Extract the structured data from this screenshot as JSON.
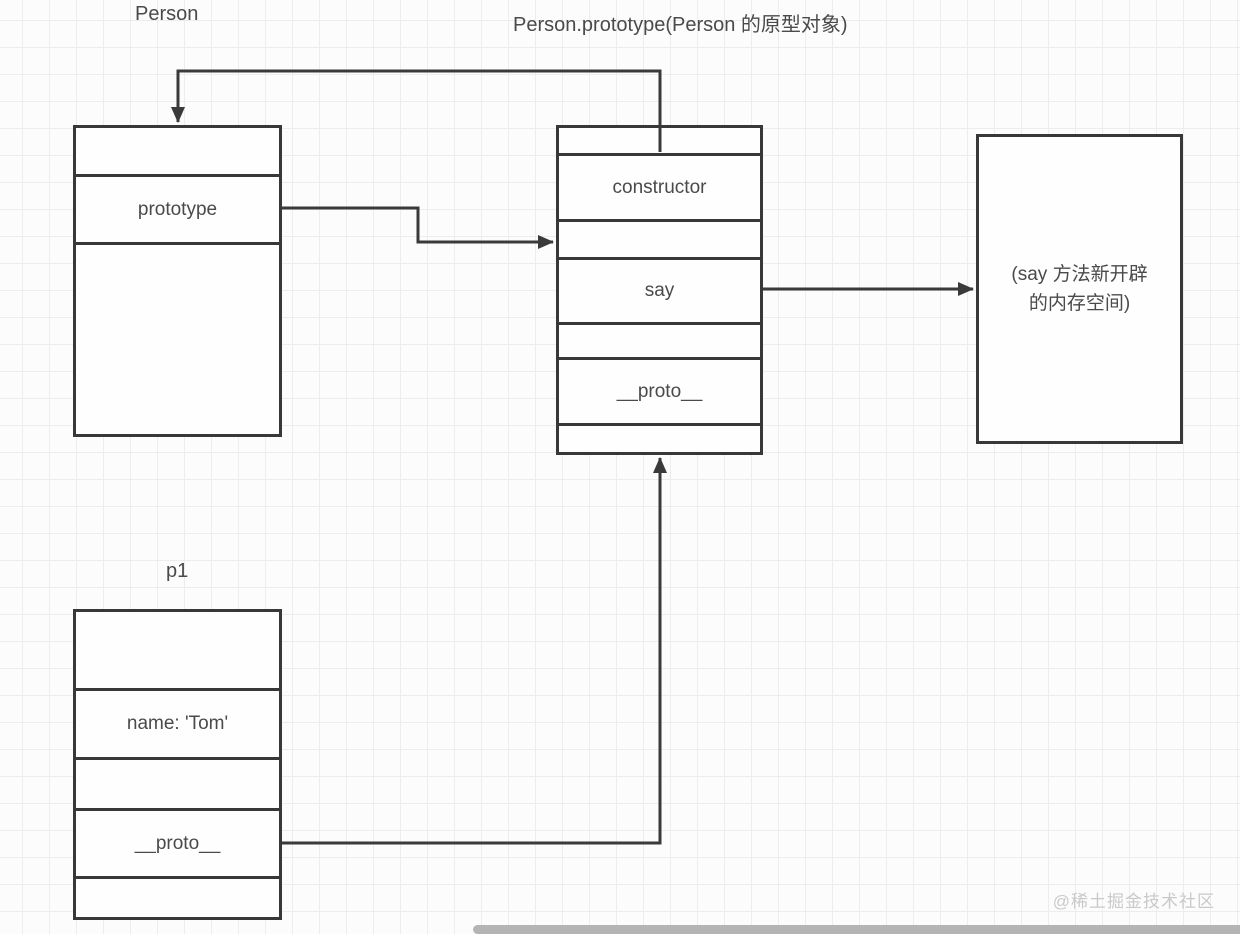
{
  "canvas": {
    "background": "#fcfcfc",
    "grid_color": "#ededed",
    "stroke_color": "#3a3a3a",
    "text_color": "#4a4a4a",
    "watermark_color": "#c9c9c9",
    "scrollbar_color": "#b4b4b4"
  },
  "labels": {
    "person_title": "Person",
    "prototype_object_title": "Person.prototype(Person 的原型对象)",
    "p1_title": "p1",
    "watermark": "@稀土掘金技术社区"
  },
  "person_box": {
    "rows": [
      "",
      "prototype",
      ""
    ]
  },
  "prototype_box": {
    "rows": [
      "",
      "constructor",
      "",
      "say",
      "",
      "__proto__",
      ""
    ]
  },
  "p1_box": {
    "rows": [
      "",
      "name: 'Tom'",
      "",
      "__proto__",
      ""
    ]
  },
  "memory_box": {
    "line1": "(say 方法新开辟",
    "line2": "的内存空间)"
  }
}
